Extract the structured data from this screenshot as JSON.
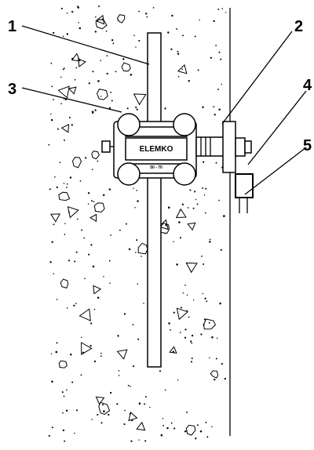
{
  "callouts": {
    "c1": "1",
    "c2": "2",
    "c3": "3",
    "c4": "4",
    "c5": "5"
  },
  "clamp": {
    "brand": "ELEMKO",
    "size": "50 - 70"
  }
}
